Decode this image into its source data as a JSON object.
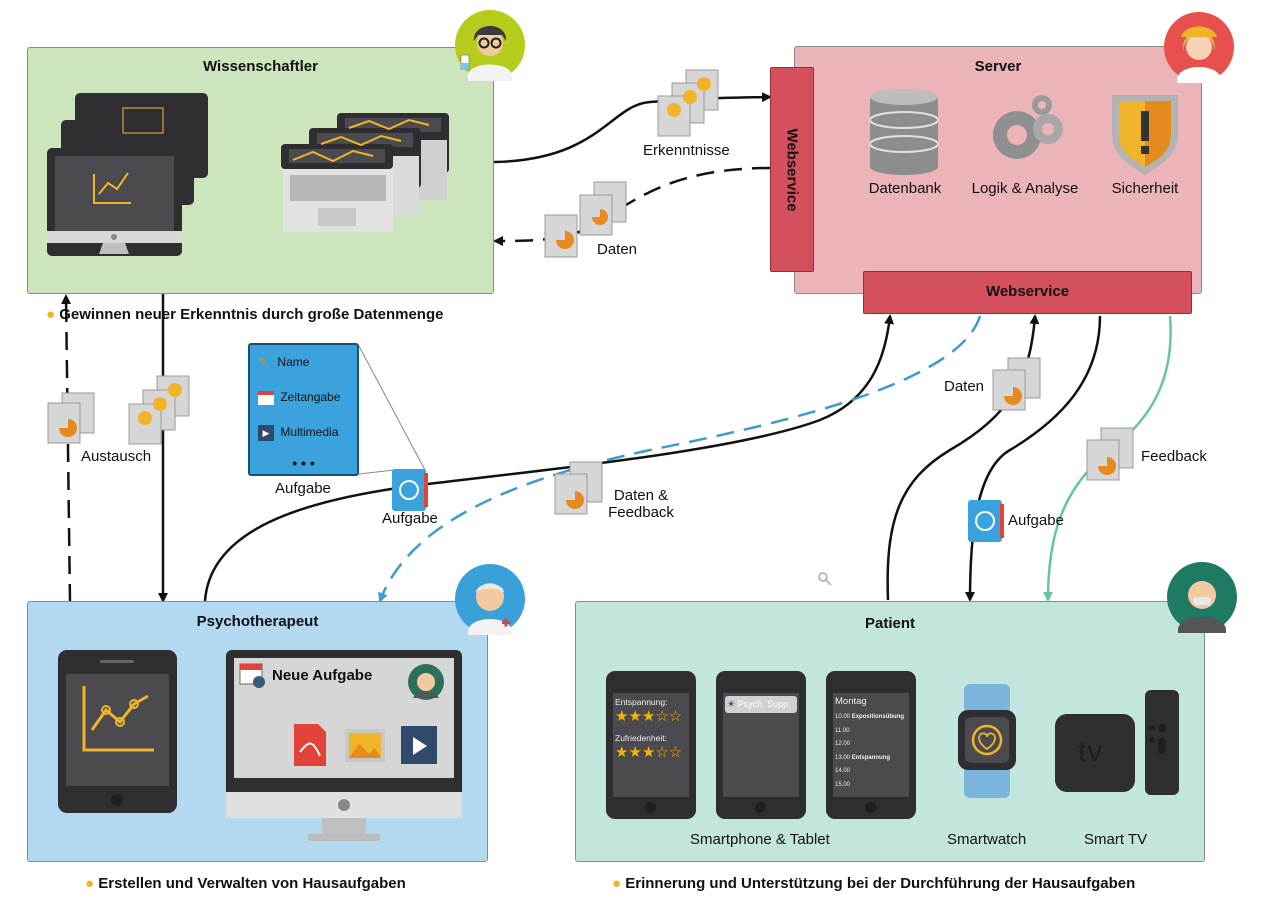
{
  "scientist": {
    "title": "Wissenschaftler",
    "note": "Gewinnen neuer Erkenntnis durch große Datenmenge"
  },
  "server": {
    "title": "Server",
    "webservice_side": "Webservice",
    "webservice_bottom": "Webservice",
    "components": [
      {
        "label": "Datenbank",
        "icon": "database-icon"
      },
      {
        "label": "Logik & Analyse",
        "icon": "gears-icon"
      },
      {
        "label": "Sicherheit",
        "icon": "shield-icon"
      }
    ]
  },
  "therapist": {
    "title": "Psychotherapeut",
    "new_task": "Neue Aufgabe",
    "note": "Erstellen und Verwalten von Hausaufgaben"
  },
  "patient": {
    "title": "Patient",
    "note": "Erinnerung und Unterstützung bei der Durchführung der Hausaufgaben",
    "devices": {
      "phones": "Smartphone & Tablet",
      "watch": "Smartwatch",
      "tv": "Smart TV"
    },
    "phone1": {
      "entspannung": "Entspannung:",
      "zufriedenheit": "Zufriedenheit:"
    },
    "phone2": {
      "notification": "Psych. Supp."
    },
    "phone3": {
      "day": "Montag",
      "rows": [
        {
          "time": "10.00",
          "text": "Expositionsübung"
        },
        {
          "time": "11.00",
          "text": ""
        },
        {
          "time": "12.00",
          "text": ""
        },
        {
          "time": "13.00",
          "text": "Entspannung"
        },
        {
          "time": "14.00",
          "text": ""
        },
        {
          "time": "15.00",
          "text": ""
        }
      ]
    },
    "tv_logo": "tv"
  },
  "task_card": {
    "fields": [
      {
        "label": "Name",
        "icon": "pencil-icon"
      },
      {
        "label": "Zeitangabe",
        "icon": "calendar-clock-icon"
      },
      {
        "label": "Multimedia",
        "icon": "film-icon"
      }
    ],
    "more": "• • •",
    "caption": "Aufgabe"
  },
  "flows": {
    "erkenntnisse": "Erkenntnisse",
    "daten_to_scientist": "Daten",
    "austausch": "Austausch",
    "aufgabe_from_therapist": "Aufgabe",
    "daten_feedback_line1": "Daten &",
    "daten_feedback_line2": "Feedback",
    "daten_from_patient": "Daten",
    "aufgabe_to_patient": "Aufgabe",
    "feedback_to_patient": "Feedback"
  },
  "colors": {
    "scientist_bg": "#cce5bd",
    "server_bg": "#ebb4b8",
    "webservice": "#d5505d",
    "therapist_bg": "#b2d9ef",
    "patient_bg": "#c2e5dd",
    "dashed_blue": "#3d9cc9",
    "teal": "#67c2a7",
    "accent_yellow": "#f0b429"
  }
}
